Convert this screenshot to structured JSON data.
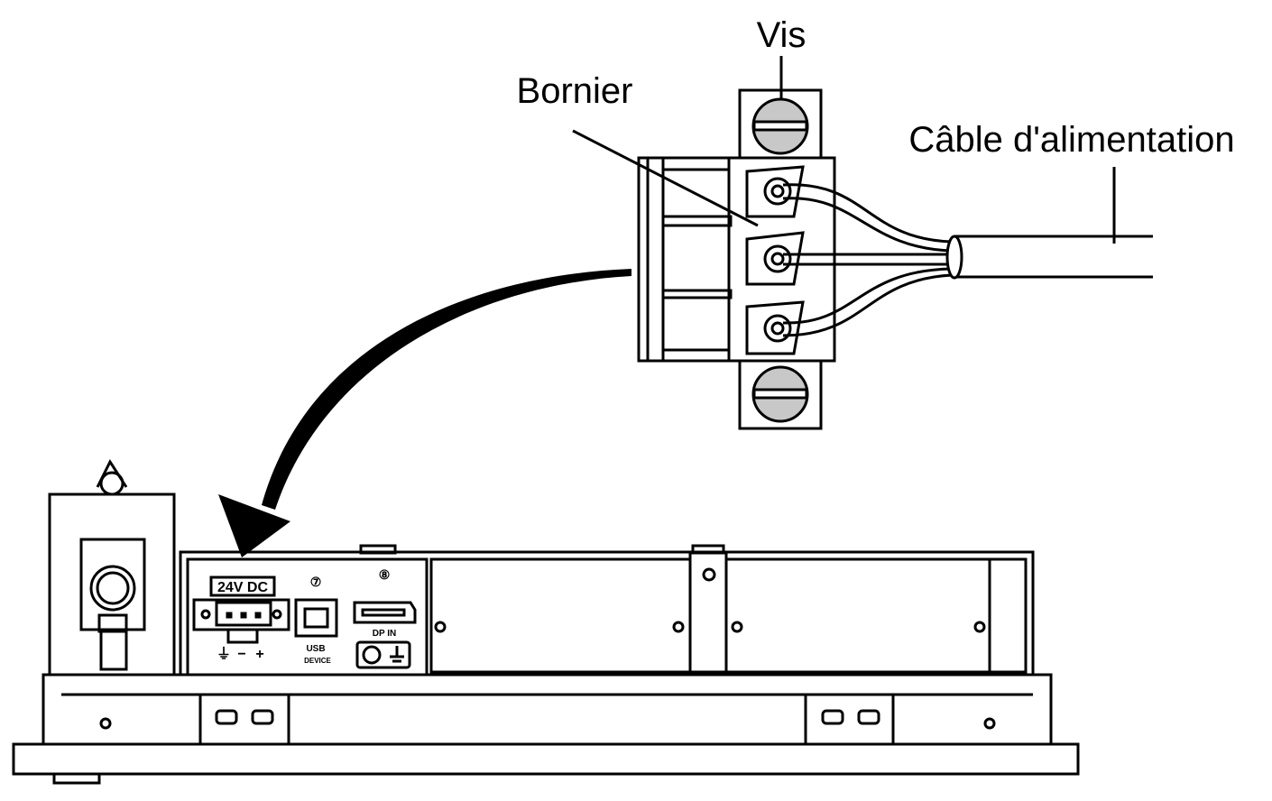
{
  "labels": {
    "screw": "Vis",
    "terminal_block": "Bornier",
    "power_cable": "Câble d'alimentation"
  },
  "device": {
    "power_label": "24V DC",
    "power_pins": [
      "⏚",
      "−",
      "+"
    ],
    "usb_label": "USB",
    "usb_sub": "DEVICE",
    "dp_label": "DP IN",
    "marker_7": "⑦",
    "marker_8": "⑧"
  },
  "colors": {
    "line": "#000000",
    "screw_fill": "#c8c8c8"
  }
}
